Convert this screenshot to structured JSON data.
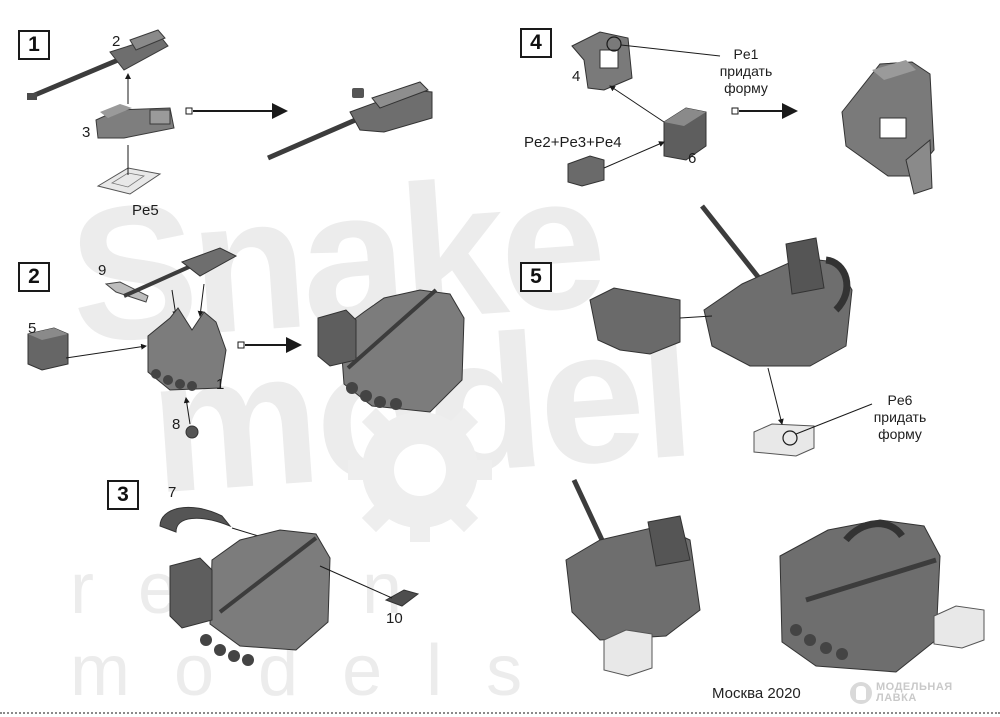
{
  "watermark": {
    "line1": "Snake",
    "line2": "model",
    "line3": "resin models"
  },
  "steps": [
    "1",
    "2",
    "3",
    "4",
    "5"
  ],
  "part_labels": [
    "2",
    "3",
    "Pe5",
    "9",
    "5",
    "1",
    "8",
    "7",
    "10",
    "4",
    "Pe2+Pe3+Pe4",
    "6"
  ],
  "notes": {
    "pe1": "Pe1\nпридать\nформу",
    "pe6": "Pe6\nпридать\nформу"
  },
  "footer": {
    "city": "Москва 2020",
    "shop": "МОДЕЛЬНАЯ\nЛАВКА"
  },
  "colors": {
    "part_fill": "#7a7a7a",
    "part_dark": "#4c4c4c",
    "pe_fill": "#e6e6e6",
    "watermark": "#ececec"
  },
  "icons": [
    "arrow-right-icon",
    "leader-circle-icon",
    "gear-logo-icon"
  ]
}
